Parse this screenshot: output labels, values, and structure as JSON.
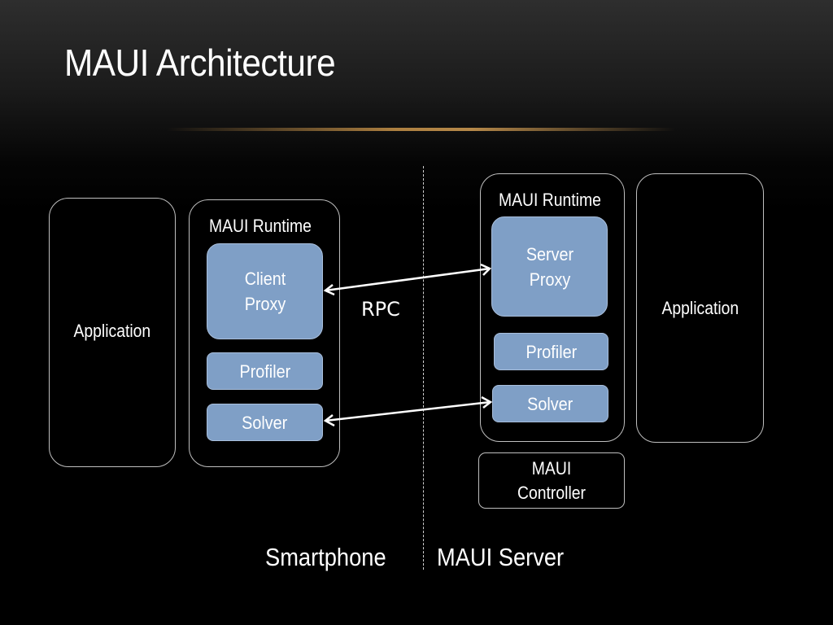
{
  "slide": {
    "title": "MAUI Architecture"
  },
  "smartphone": {
    "label": "Smartphone",
    "application_label": "Application",
    "runtime": {
      "label": "MAUI Runtime",
      "components": [
        "Client Proxy",
        "Profiler",
        "Solver"
      ]
    }
  },
  "server": {
    "label": "MAUI Server",
    "application_label": "Application",
    "runtime": {
      "label": "MAUI Runtime",
      "components": [
        "Server Proxy",
        "Profiler",
        "Solver"
      ]
    },
    "controller_label": "MAUI Controller"
  },
  "connections": [
    {
      "from": "Client Proxy",
      "to": "Server Proxy",
      "label": "RPC",
      "bidirectional": true
    },
    {
      "from": "Solver",
      "to": "Solver",
      "label": "",
      "bidirectional": true
    }
  ],
  "colors": {
    "component_fill": "#7f9fc6",
    "component_border": "#a9bfdc",
    "outline": "#bfbfbf",
    "title_rule": "#be8c46"
  }
}
